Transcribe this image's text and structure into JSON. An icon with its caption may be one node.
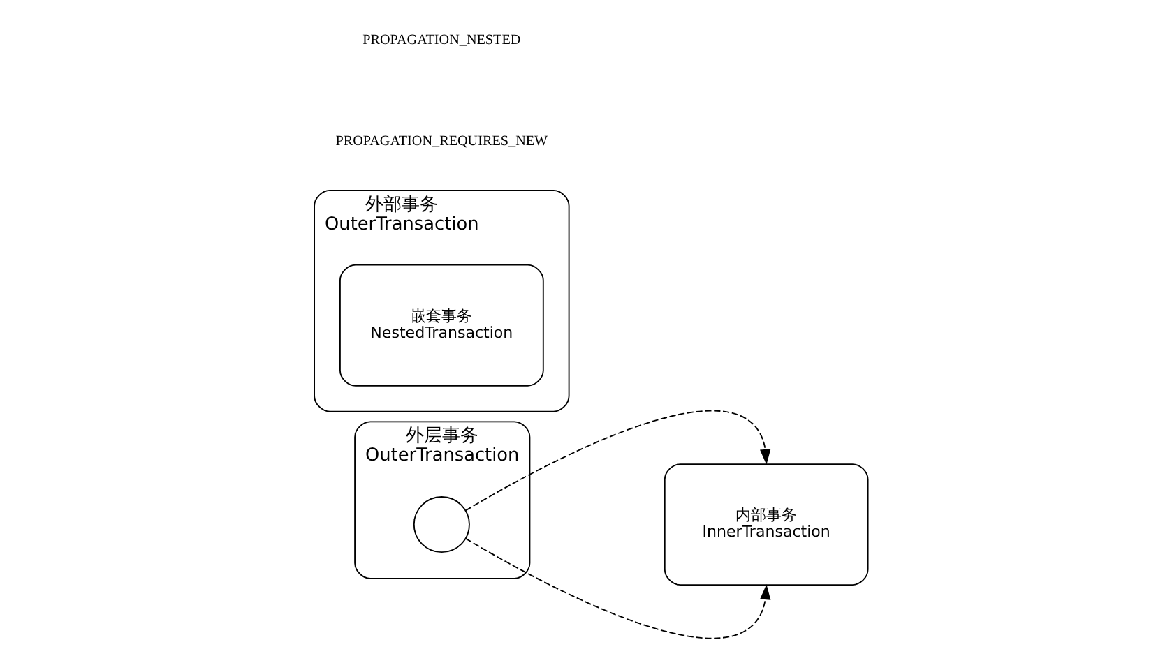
{
  "diagram": {
    "nodes": [
      {
        "text": [
          "外层事务",
          "OuterTransaction"
        ]
      },
      {
        "text": [],
        "shape": "circle",
        "in": 0
      },
      {
        "text": [
          "内部事务",
          "InnerTransaction"
        ]
      },
      {
        "text": [
          "外部事务",
          "OuterTransaction"
        ]
      },
      {
        "text": [
          "嵌套事务",
          "NestedTransaction"
        ],
        "in": 3
      }
    ],
    "edges": [
      {
        "from": 1,
        "to": 2,
        "arrow": "to",
        "style": "dashed"
      },
      {
        "from": 1,
        "to": 2,
        "arrow": "to",
        "style": "dashed"
      }
    ],
    "labels": [
      "PROPAGATION_REQUIRES_NEW",
      "PROPAGATION_NESTED"
    ]
  }
}
